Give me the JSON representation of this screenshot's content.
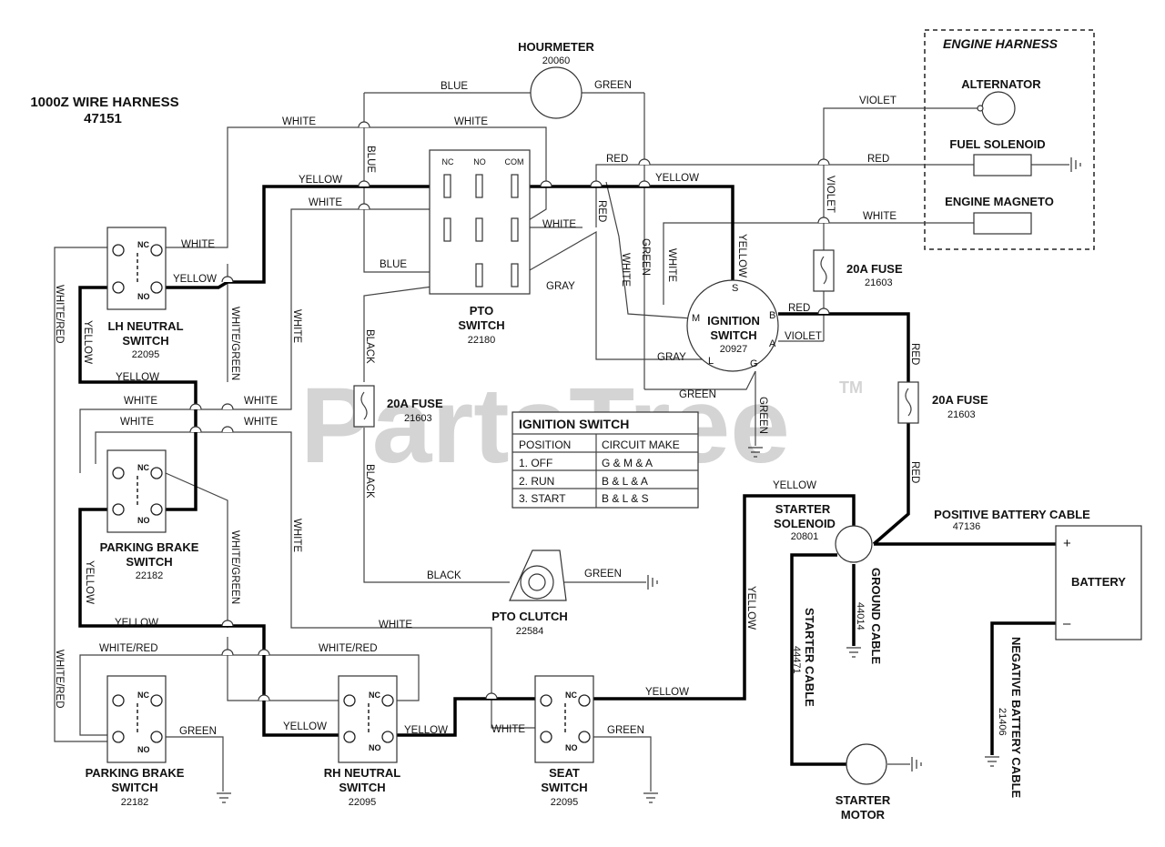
{
  "harness": {
    "title": "1000Z WIRE HARNESS",
    "part": "47151"
  },
  "engine_harness": "ENGINE HARNESS",
  "watermark": {
    "text": "PartsTree",
    "tm": "TM"
  },
  "components": {
    "hourmeter": {
      "name": "HOURMETER",
      "part": "20060"
    },
    "alternator": {
      "name": "ALTERNATOR"
    },
    "fuel_solenoid": {
      "name": "FUEL SOLENOID"
    },
    "engine_magneto": {
      "name": "ENGINE MAGNETO"
    },
    "fuse_top": {
      "name": "20A FUSE",
      "part": "21603"
    },
    "fuse_mid": {
      "name": "20A FUSE",
      "part": "21603"
    },
    "fuse_right": {
      "name": "20A FUSE",
      "part": "21603"
    },
    "pto_switch": {
      "name1": "PTO",
      "name2": "SWITCH",
      "part": "22180",
      "t_nc": "NC",
      "t_no": "NO",
      "t_com": "COM"
    },
    "ignition_switch": {
      "name1": "IGNITION",
      "name2": "SWITCH",
      "part": "20927",
      "s": "S",
      "b": "B",
      "m": "M",
      "a": "A",
      "l": "L",
      "g": "G"
    },
    "lh_neutral": {
      "name1": "LH NEUTRAL",
      "name2": "SWITCH",
      "part": "22095"
    },
    "parking_brake_top": {
      "name1": "PARKING BRAKE",
      "name2": "SWITCH",
      "part": "22182"
    },
    "parking_brake_bottom": {
      "name1": "PARKING BRAKE",
      "name2": "SWITCH",
      "part": "22182"
    },
    "rh_neutral": {
      "name1": "RH NEUTRAL",
      "name2": "SWITCH",
      "part": "22095"
    },
    "seat_switch": {
      "name1": "SEAT",
      "name2": "SWITCH",
      "part": "22095"
    },
    "pto_clutch": {
      "name": "PTO CLUTCH",
      "part": "22584"
    },
    "starter_solenoid": {
      "name1": "STARTER",
      "name2": "SOLENOID",
      "part": "20801"
    },
    "starter_motor": {
      "name1": "STARTER",
      "name2": "MOTOR"
    },
    "battery": {
      "name": "BATTERY",
      "plus": "+",
      "minus": "–"
    },
    "positive_cable": {
      "name": "POSITIVE BATTERY CABLE",
      "part": "47136"
    },
    "negative_cable": {
      "name": "NEGATIVE BATTERY CABLE",
      "part": "21406"
    },
    "ground_cable": {
      "name": "GROUND CABLE",
      "part": "44014"
    },
    "starter_cable": {
      "name": "STARTER CABLE",
      "part": "44471"
    }
  },
  "switch_terms": {
    "nc": "NC",
    "no": "NO"
  },
  "ignition_table": {
    "title": "IGNITION SWITCH",
    "headers": [
      "POSITION",
      "CIRCUIT MAKE"
    ],
    "rows": [
      [
        "1. OFF",
        "G & M & A"
      ],
      [
        "2. RUN",
        "B & L & A"
      ],
      [
        "3. START",
        "B & L & S"
      ]
    ]
  },
  "wire_labels": {
    "blue_top": "BLUE",
    "green_top": "GREEN",
    "white_a": "WHITE",
    "white_b": "WHITE",
    "yellow_a": "YELLOW",
    "white_c": "WHITE",
    "red_a": "RED",
    "yellow_b": "YELLOW",
    "violet_a": "VIOLET",
    "red_b": "RED",
    "white_d": "WHITE",
    "white_lh": "WHITE",
    "yellow_lh": "YELLOW",
    "blue_v": "BLUE",
    "red_v": "RED",
    "green_v": "GREEN",
    "white_v": "WHITE",
    "white_ign": "WHITE",
    "yellow_ign": "YELLOW",
    "white_pto": "WHITE",
    "blue_low": "BLUE",
    "gray_a": "GRAY",
    "violet_v": "VIOLET",
    "white_red_l": "WHITE/RED",
    "yellow_l": "YELLOW",
    "white_green": "WHITE/GREEN",
    "white_v2": "WHITE",
    "black_v": "BLACK",
    "red_ign": "RED",
    "violet_ign": "VIOLET",
    "gray_b": "GRAY",
    "green_ign": "GREEN",
    "green_gnd": "GREEN",
    "red_v2": "RED",
    "yellow_mid": "YELLOW",
    "white_e": "WHITE",
    "white_f": "WHITE",
    "white_g": "WHITE",
    "white_h": "WHITE",
    "black_v2": "BLACK",
    "red_v3": "RED",
    "yellow_sol": "YELLOW",
    "yellow_l2": "YELLOW",
    "white_green2": "WHITE/GREEN",
    "white_v3": "WHITE",
    "black_pto": "BLACK",
    "green_pto": "GREEN",
    "yellow_bottom": "YELLOW",
    "white_mid": "WHITE",
    "white_red_a": "WHITE/RED",
    "white_red_b": "WHITE/RED",
    "white_red_l2": "WHITE/RED",
    "yellow_v": "YELLOW",
    "yellow_rh": "YELLOW",
    "yellow_rh2": "YELLOW",
    "yellow_seat": "YELLOW",
    "white_seat": "WHITE",
    "green_seat": "GREEN",
    "green_pb": "GREEN"
  }
}
